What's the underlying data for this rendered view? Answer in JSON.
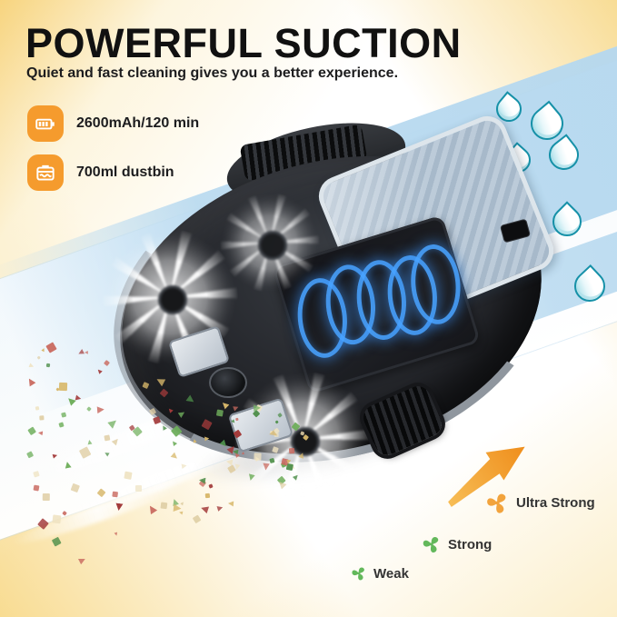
{
  "header": {
    "title": "POWERFUL SUCTION",
    "subtitle": "Quiet and fast cleaning gives you a better experience."
  },
  "features": [
    {
      "icon": "battery-icon",
      "label": "2600mAh/120 min"
    },
    {
      "icon": "dustbin-icon",
      "label": "700ml dustbin"
    }
  ],
  "suction_levels": [
    {
      "icon": "fan-icon",
      "label": "Ultra Strong",
      "color": "#F2A33C"
    },
    {
      "icon": "fan-icon",
      "label": "Strong",
      "color": "#63B85B"
    },
    {
      "icon": "fan-icon",
      "label": "Weak",
      "color": "#63B85B"
    }
  ],
  "theme": {
    "accent_orange": "#F59B2D",
    "headline_color": "#111111",
    "band_blue": "#BBDBF0",
    "background_yellow": "#F7D98F",
    "water_drop_teal": "#1691A8",
    "robot_glow_blue": "#3C96FF",
    "debris_colors": [
      "#6FAE5C",
      "#4E8F4A",
      "#C9695F",
      "#A33B3B",
      "#E0CFA6",
      "#EFE3C2",
      "#D8B86B"
    ]
  }
}
